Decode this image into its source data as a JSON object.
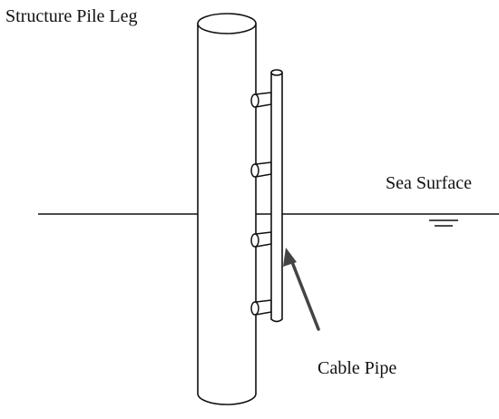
{
  "labels": {
    "pile_leg": "Structure Pile Leg",
    "sea_surface": "Sea Surface",
    "cable_pipe": "Cable Pipe"
  },
  "colors": {
    "stroke": "#111111",
    "background": "#ffffff"
  }
}
